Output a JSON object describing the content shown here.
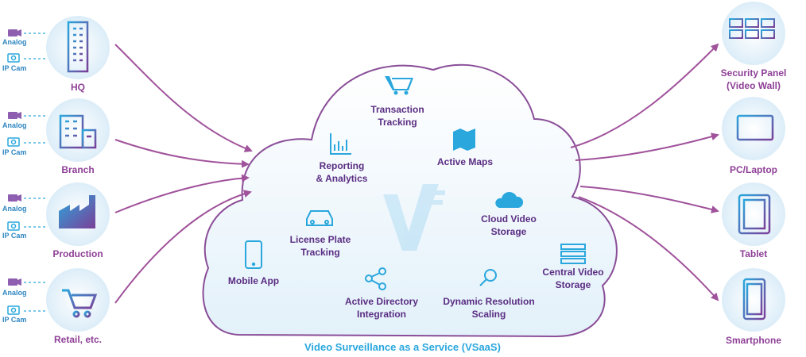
{
  "title": "Video Surveillance as a Service (VSaaS)",
  "colors": {
    "purple": "#8e3f96",
    "blue": "#1f78b4",
    "cloud_fill": "#e8f4fb",
    "cloud_stroke": "#8a4e98",
    "arrow": "#a0529b"
  },
  "sources": [
    {
      "label": "HQ",
      "icon": "office-building-icon"
    },
    {
      "label": "Branch",
      "icon": "branch-building-icon"
    },
    {
      "label": "Production",
      "icon": "factory-icon"
    },
    {
      "label": "Retail, etc.",
      "icon": "shopping-cart-icon"
    }
  ],
  "camera_labels": {
    "analog": "Analog",
    "ipcam": "IP Cam"
  },
  "services": [
    {
      "label": "Transaction\nTracking",
      "icon": "shopping-cart-icon"
    },
    {
      "label": "Reporting\n& Analytics",
      "icon": "bar-chart-icon"
    },
    {
      "label": "Active Maps",
      "icon": "map-icon"
    },
    {
      "label": "Cloud Video\nStorage",
      "icon": "cloud-icon"
    },
    {
      "label": "License Plate\nTracking",
      "icon": "car-icon"
    },
    {
      "label": "Mobile App",
      "icon": "mobile-phone-icon"
    },
    {
      "label": "Central Video\nStorage",
      "icon": "server-icon"
    },
    {
      "label": "Active Directory\nIntegration",
      "icon": "share-nodes-icon"
    },
    {
      "label": "Dynamic Resolution\nScaling",
      "icon": "magnifier-icon"
    }
  ],
  "devices": [
    {
      "label": "Security Panel\n(Video Wall)",
      "icon": "video-wall-icon"
    },
    {
      "label": "PC/Laptop",
      "icon": "laptop-icon"
    },
    {
      "label": "Tablet",
      "icon": "tablet-icon"
    },
    {
      "label": "Smartphone",
      "icon": "smartphone-icon"
    }
  ]
}
